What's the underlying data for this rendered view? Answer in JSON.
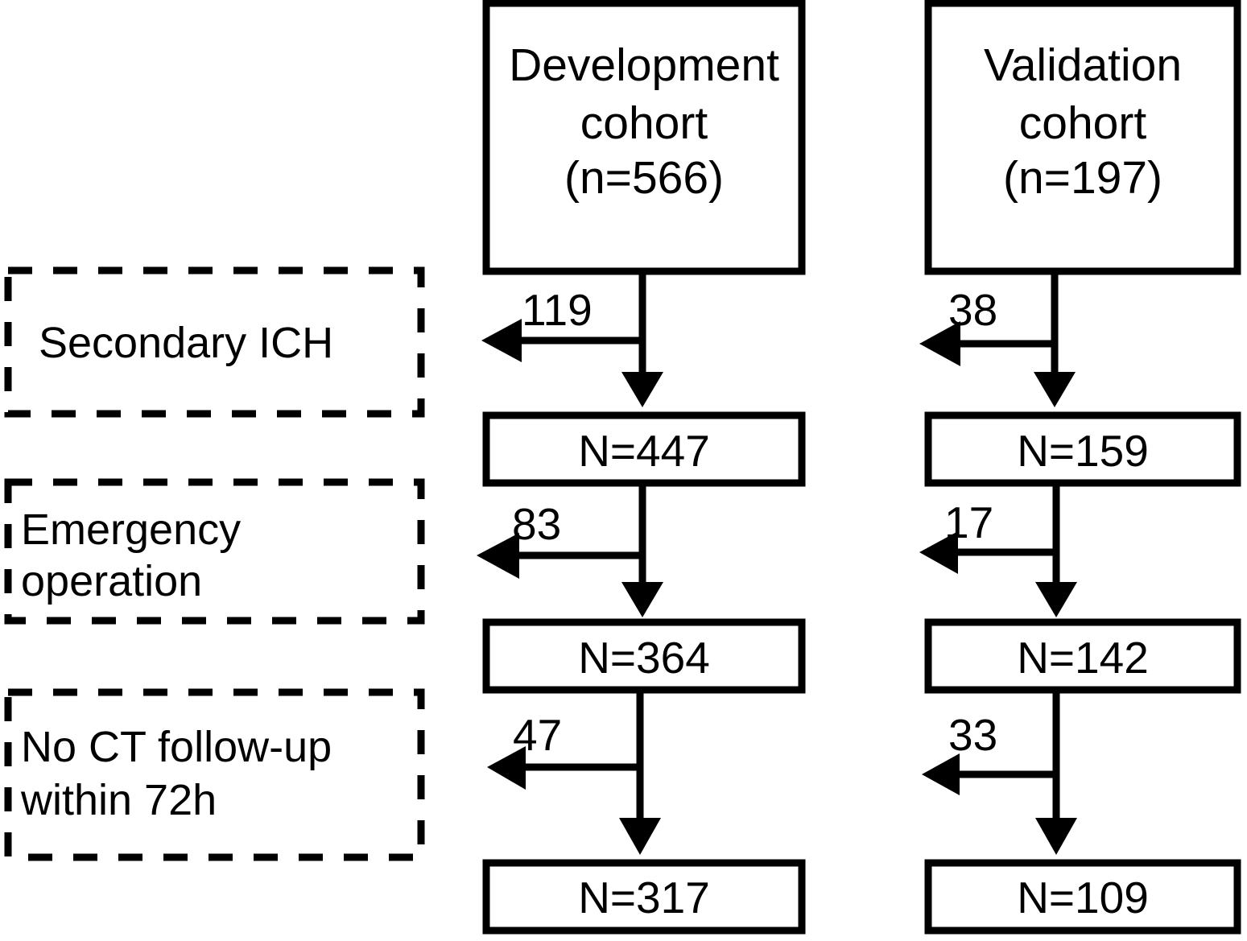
{
  "figure": {
    "type": "flowchart",
    "title": "Patient cohort selection flow diagram",
    "background_color": "#ffffff",
    "line_color": "#000000"
  },
  "exclusion_criteria": [
    {
      "label": "Secondary ICH"
    },
    {
      "label_line1": "Emergency",
      "label_line2": "operation"
    },
    {
      "label_line1": "No CT follow-up",
      "label_line2": "within 72h"
    }
  ],
  "columns": [
    {
      "name": "development",
      "header": {
        "line1": "Development",
        "line2": "cohort",
        "line3": "(n=566)"
      },
      "steps": [
        {
          "excluded": "119",
          "remaining": "N=447"
        },
        {
          "excluded": "83",
          "remaining": "N=364"
        },
        {
          "excluded": "47",
          "remaining": "N=317"
        }
      ]
    },
    {
      "name": "validation",
      "header": {
        "line1": "Validation",
        "line2": "cohort",
        "line3": "(n=197)"
      },
      "steps": [
        {
          "excluded": "38",
          "remaining": "N=159"
        },
        {
          "excluded": "17",
          "remaining": "N=142"
        },
        {
          "excluded": "33",
          "remaining": "N=109"
        }
      ]
    }
  ]
}
